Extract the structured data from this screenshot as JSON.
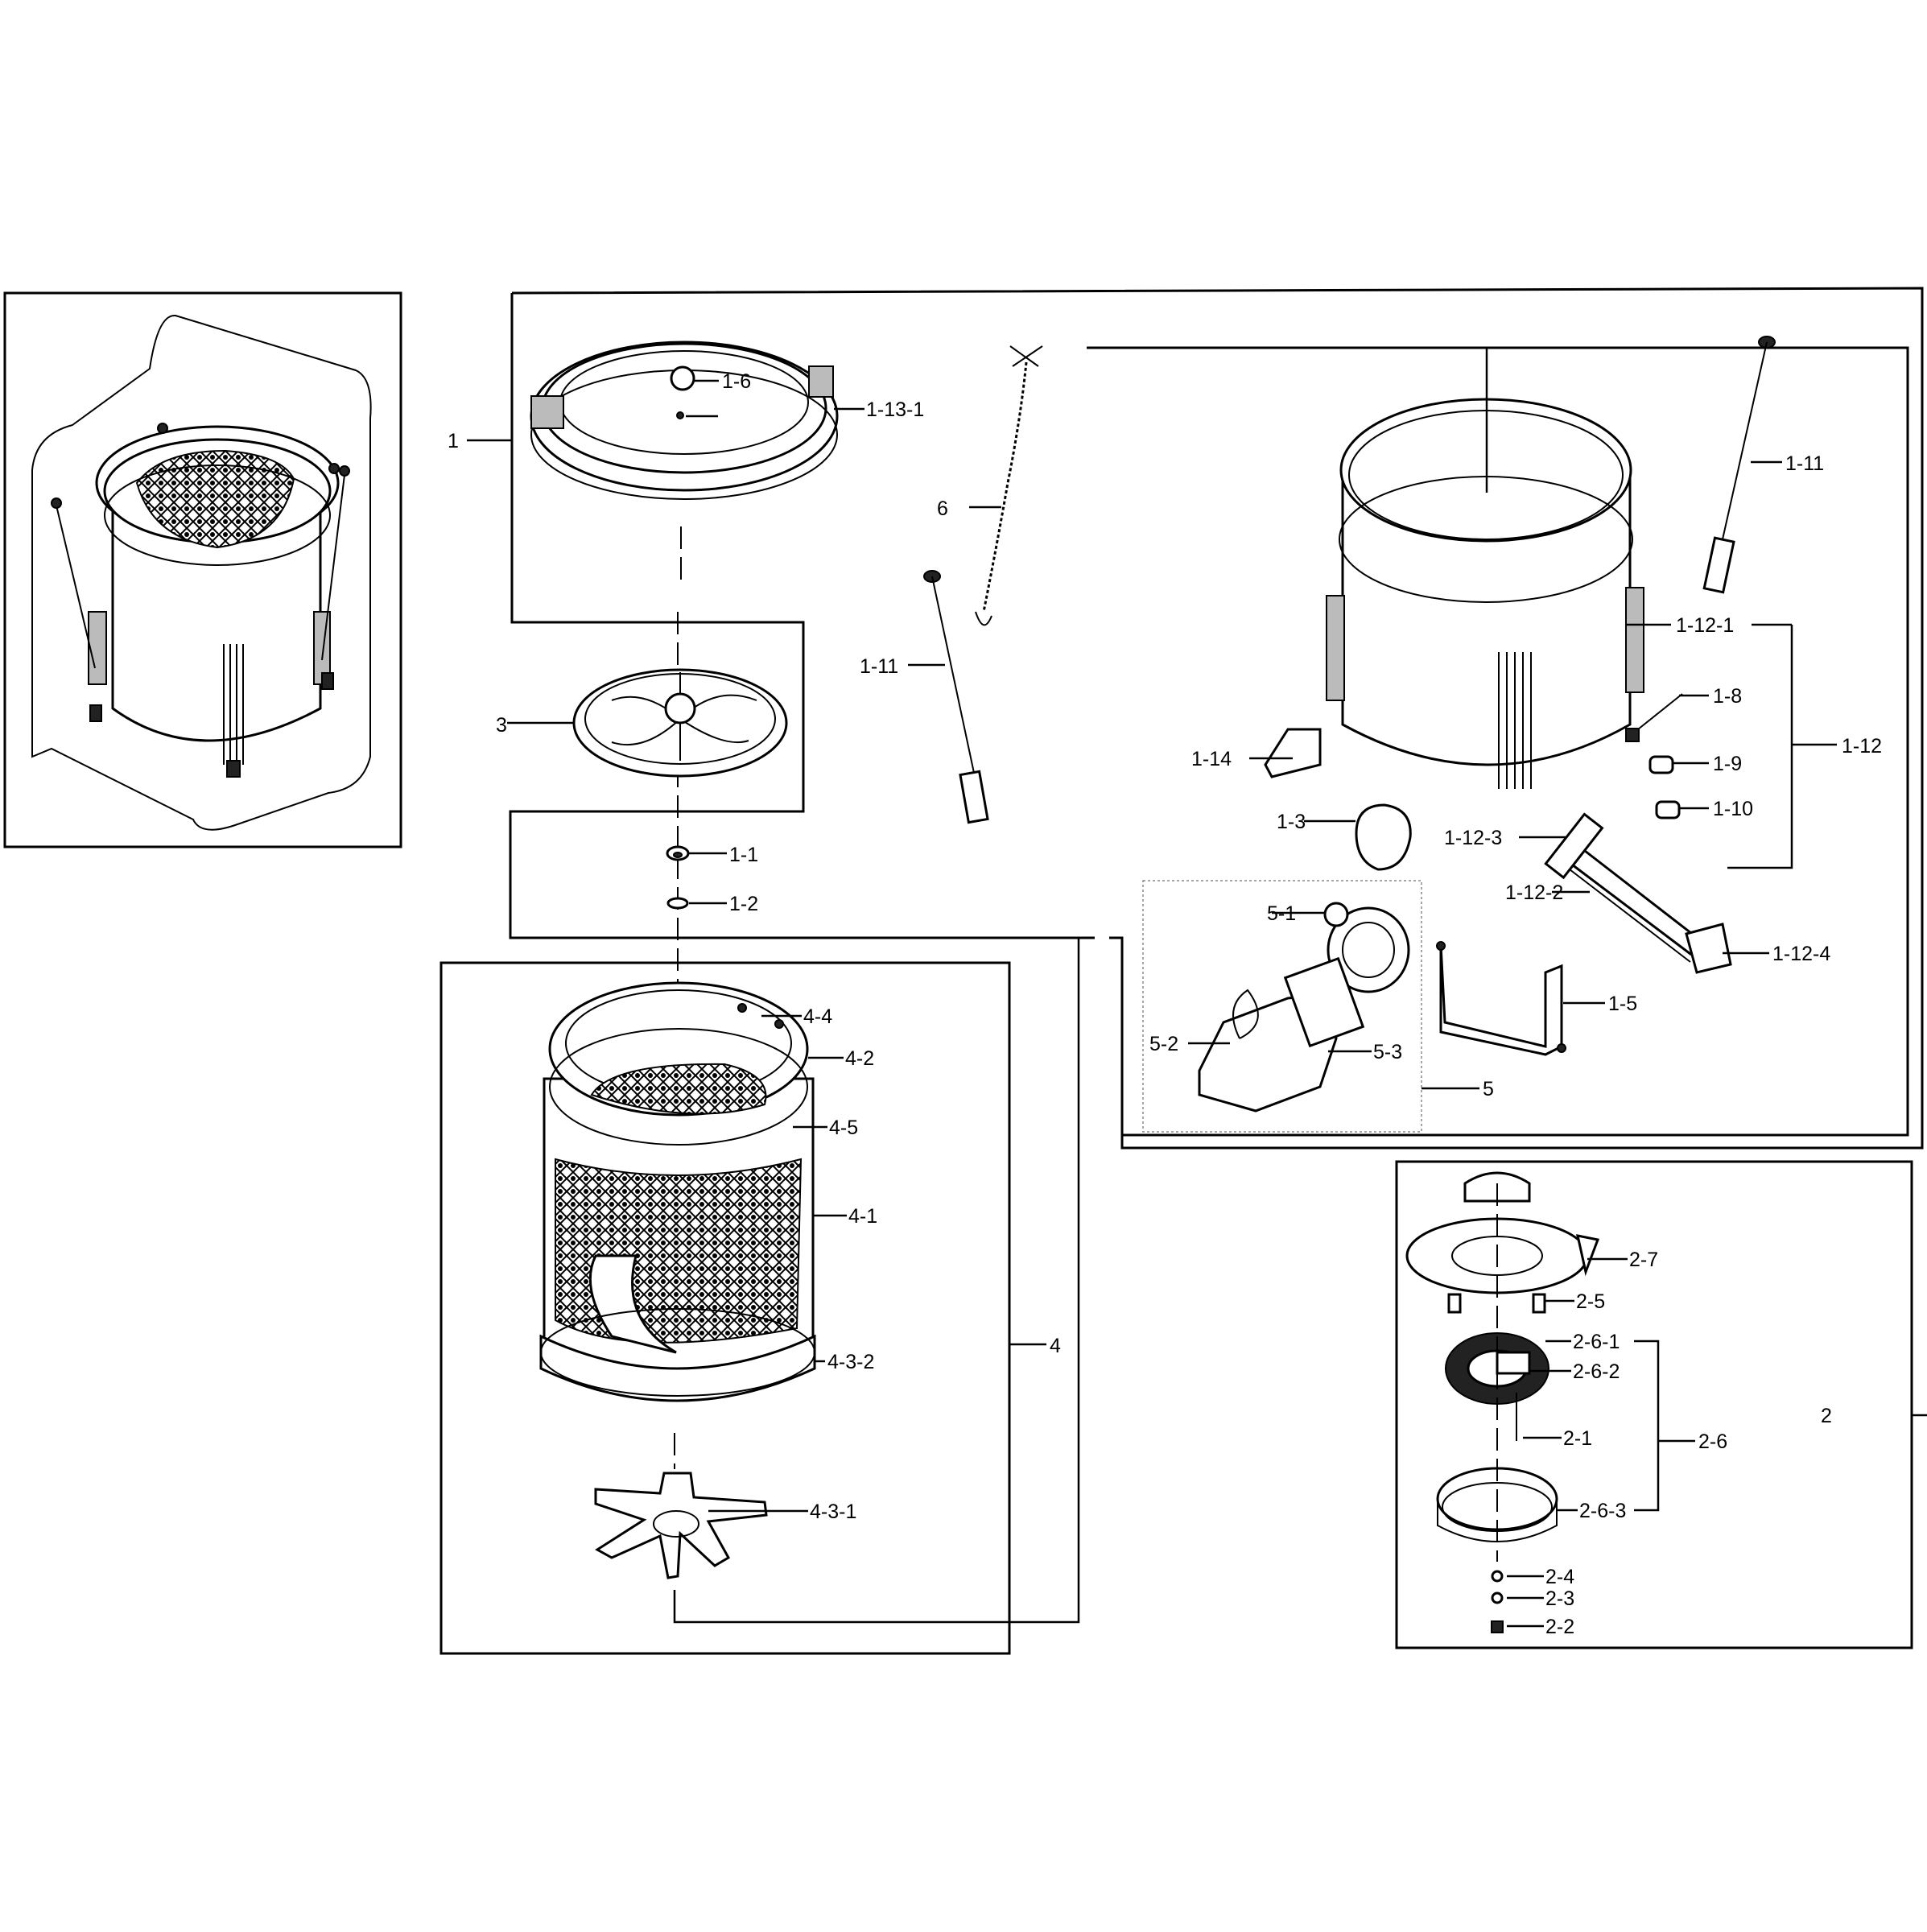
{
  "parts": {
    "p1": "1",
    "p1_1": "1-1",
    "p1_2": "1-2",
    "p1_3": "1-3",
    "p1_5": "1-5",
    "p1_6": "1-6",
    "p1_8": "1-8",
    "p1_9": "1-9",
    "p1_10": "1-10",
    "p1_11a": "1-11",
    "p1_11b": "1-11",
    "p1_12": "1-12",
    "p1_12_1": "1-12-1",
    "p1_12_2": "1-12-2",
    "p1_12_3": "1-12-3",
    "p1_12_4": "1-12-4",
    "p1_13_1": "1-13-1",
    "p1_14": "1-14",
    "p2": "2",
    "p2_1": "2-1",
    "p2_2": "2-2",
    "p2_3": "2-3",
    "p2_4": "2-4",
    "p2_5": "2-5",
    "p2_6": "2-6",
    "p2_6_1": "2-6-1",
    "p2_6_2": "2-6-2",
    "p2_6_3": "2-6-3",
    "p2_7": "2-7",
    "p3": "3",
    "p4": "4",
    "p4_1": "4-1",
    "p4_2": "4-2",
    "p4_3_1": "4-3-1",
    "p4_3_2": "4-3-2",
    "p4_4": "4-4",
    "p4_5": "4-5",
    "p5": "5",
    "p5_1": "5-1",
    "p5_2": "5-2",
    "p5_3": "5-3",
    "p6": "6"
  }
}
